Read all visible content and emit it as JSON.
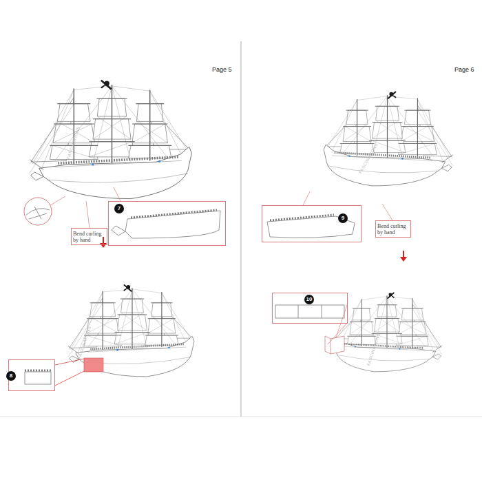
{
  "diagram": {
    "nodes": [
      {
        "text": [
          "7"
        ]
      },
      {
        "text": [
          "Bend curling by hand"
        ]
      },
      {
        "text": [
          "8"
        ]
      },
      {
        "text": [
          "9"
        ]
      },
      {
        "text": [
          "Bend curling by hand"
        ]
      },
      {
        "text": [
          "10"
        ]
      }
    ],
    "labels": [
      "Page 5",
      "Page 6",
      "FASCINATIONS",
      "FASCINATIONS",
      "FASCINATIONS",
      "FASCINATIONS"
    ]
  }
}
